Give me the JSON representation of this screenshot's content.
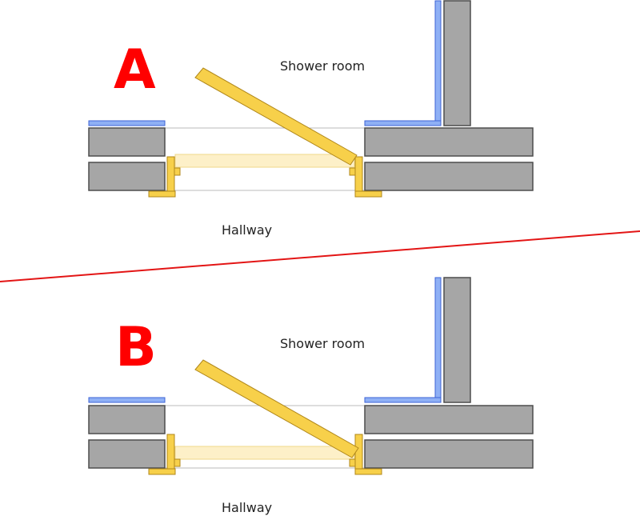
{
  "colors": {
    "wall": "#a6a6a6",
    "wall_stroke": "#4d4d4d",
    "tile": "#8fb0f5",
    "tile_stroke": "#3d63d6",
    "door": "#f7d04a",
    "door_stroke": "#b0871a",
    "door_open_fill": "#fdf0c8",
    "divider": "#e31515",
    "letter": "#ff0000"
  },
  "panels": [
    {
      "letter": "A",
      "shower_label": "Shower room",
      "hallway_label": "Hallway"
    },
    {
      "letter": "B",
      "shower_label": "Shower room",
      "hallway_label": "Hallway"
    }
  ]
}
